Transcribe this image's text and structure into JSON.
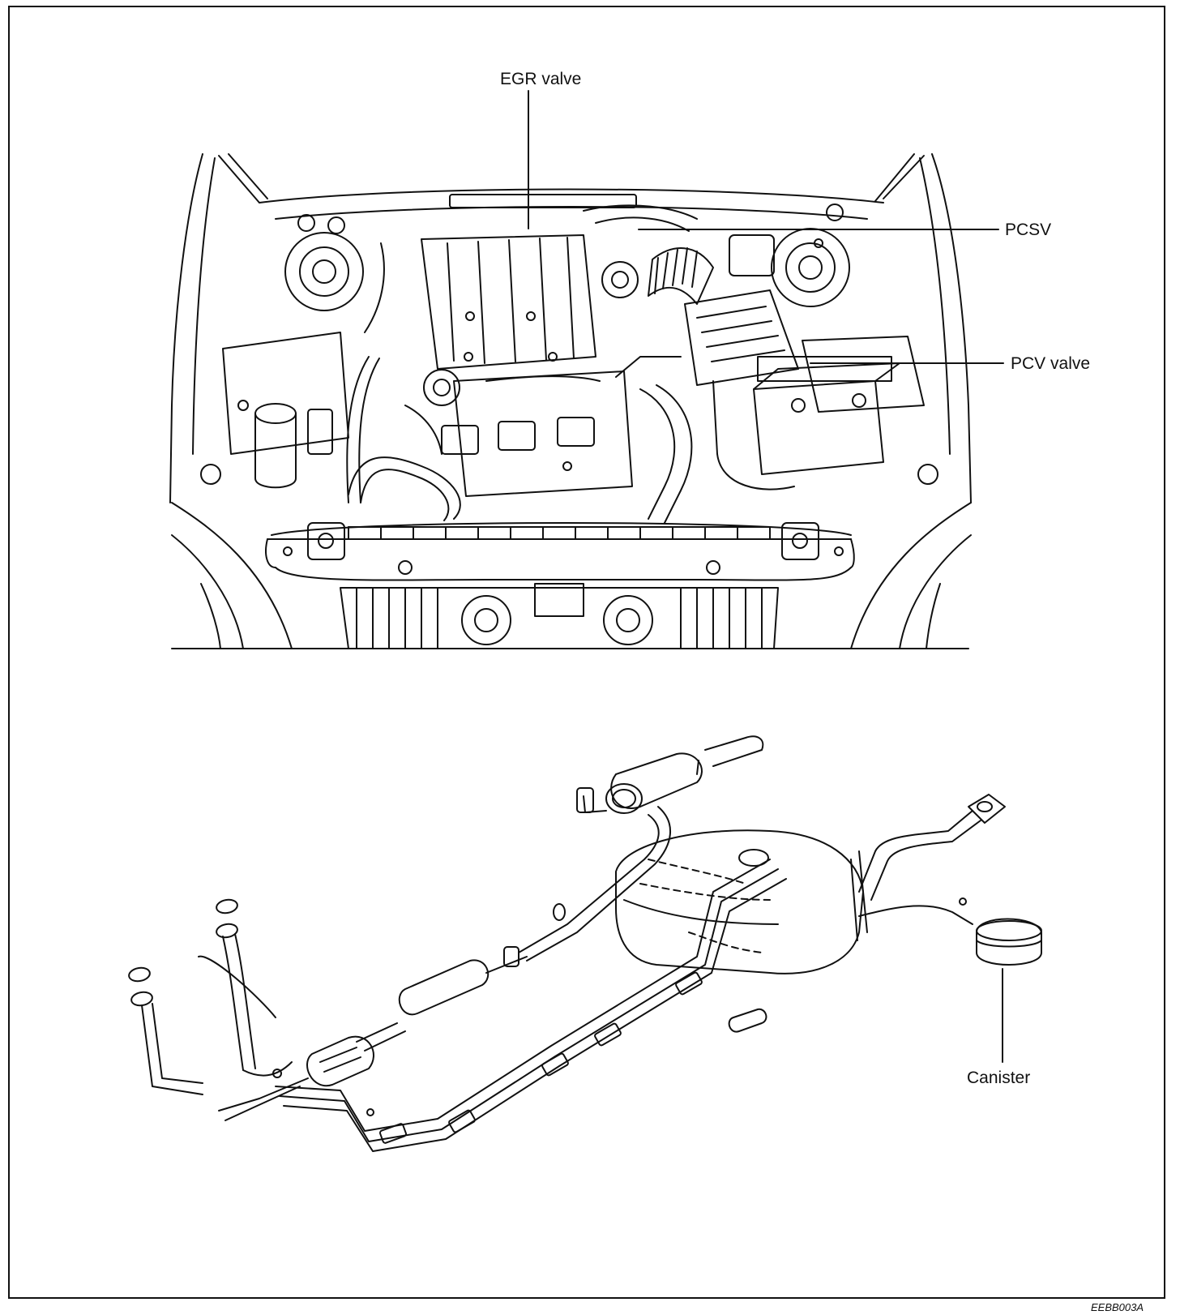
{
  "labels": {
    "egr_valve": "EGR valve",
    "pcsv": "PCSV",
    "pcv_valve": "PCV valve",
    "canister": "Canister"
  },
  "figure_code": "EEBB003A",
  "colors": {
    "line": "#111111",
    "background": "#ffffff"
  }
}
